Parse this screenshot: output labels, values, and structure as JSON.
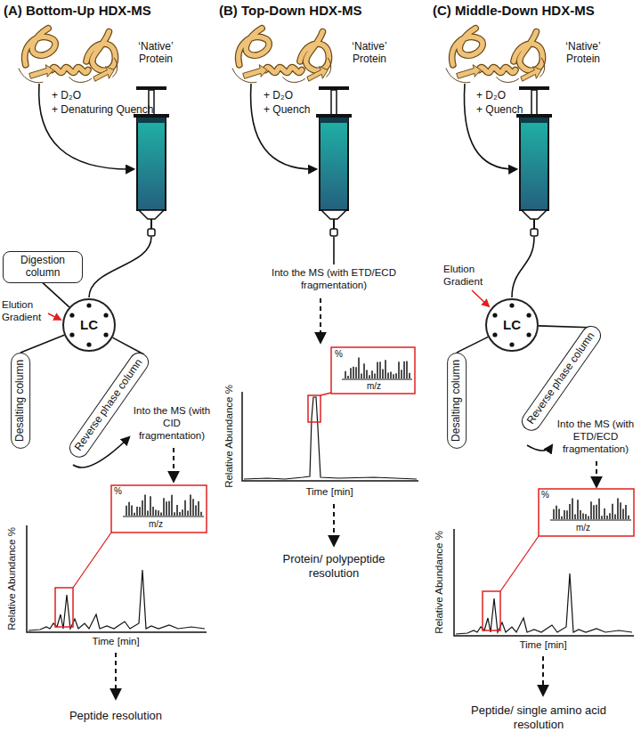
{
  "diagram": {
    "nodes": [
      {
        "text": [
          "Digestion column"
        ]
      },
      {
        "text": [
          "LC"
        ]
      },
      {
        "text": [
          "Desalting column"
        ]
      },
      {
        "text": [
          "Reverse phase column"
        ]
      },
      {
        "text": [
          "LC"
        ]
      },
      {
        "text": [
          "Desalting column"
        ]
      },
      {
        "text": [
          "Reverse phase column"
        ]
      }
    ],
    "edges": [
      {
        "from": 1,
        "to": 0,
        "arrow": "none"
      },
      {
        "from": 1,
        "to": 2,
        "arrow": "none"
      },
      {
        "from": 1,
        "to": 3,
        "arrow": "none"
      },
      {
        "from": 4,
        "to": 5,
        "arrow": "none"
      },
      {
        "from": 4,
        "to": 6,
        "arrow": "none"
      }
    ],
    "labels": [
      "(A) Bottom-Up HDX-MS",
      "‘Native’ Protein",
      "+ D₂O",
      "+ Denaturing Quench",
      "Elution Gradient",
      "Into the MS (with CID fragmentation)",
      "Relative Abundance %",
      "Time [min]",
      "%",
      "m/z",
      "Peptide resolution",
      "(B) Top-Down HDX-MS",
      "‘Native’ Protein",
      "+ D₂O",
      "+ Quench",
      "Into the MS (with ETD/ECD fragmentation)",
      "Relative Abundance %",
      "Time [min]",
      "%",
      "m/z",
      "Protein/ polypeptide resolution",
      "(C) Middle-Down HDX-MS",
      "‘Native’ Protein",
      "+ D₂O",
      "+ Quench",
      "Elution Gradient",
      "Into the MS (with ETD/ECD fragmentation)",
      "Relative Abundance %",
      "Time [min]",
      "%",
      "m/z",
      "Peptide/ single amino acid resolution"
    ]
  }
}
